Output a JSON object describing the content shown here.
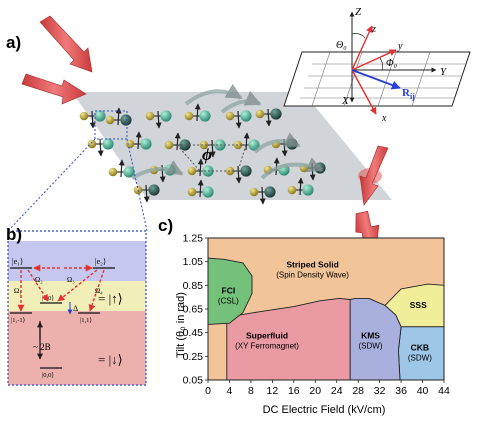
{
  "panel_a": {
    "label": "a)",
    "phi_symbol": "ϕ",
    "inset": {
      "axis_Z": "Z",
      "axis_Y": "Y",
      "axis_X": "X",
      "axis_z": "z",
      "axis_y": "y",
      "axis_x": "x",
      "theta": "Θ₀",
      "phi": "Φ₀",
      "rij": "R",
      "rij_sub": "ij"
    }
  },
  "panel_b": {
    "label": "b)",
    "levels": {
      "e1": "|e₁⟩",
      "e2": "|e₂⟩",
      "m1": "|1,-1⟩",
      "z0": "|1,0⟩",
      "p1": "|1,1⟩",
      "g": "|0,0⟩"
    },
    "rabi": [
      "Ω₁",
      "Ω₂",
      "Ω₃",
      "Ω₄"
    ],
    "delta": "Δ",
    "splitting": "~ 2B",
    "up": "= |↑⟩",
    "down": "= |↓⟩"
  },
  "panel_c": {
    "label": "c)",
    "chart_data": {
      "type": "phase-diagram",
      "xlabel": "DC Electric Field (kV/cm)",
      "ylabel": "Tilt (θ₀ in rad)",
      "xlim": [
        0,
        44
      ],
      "ylim": [
        0.05,
        1.25
      ],
      "xticks": [
        0,
        4,
        8,
        12,
        16,
        20,
        24,
        28,
        32,
        36,
        40,
        44
      ],
      "yticks": [
        0.05,
        0.25,
        0.45,
        0.65,
        0.85,
        1.05,
        1.25
      ],
      "phases": [
        {
          "name": "FCI",
          "sub": "(CSL)",
          "color": "#74c17a",
          "label_at": [
            3.8,
            0.78
          ]
        },
        {
          "name": "Striped Solid",
          "sub": "(Spin Density Wave)",
          "color": "#f1c49a",
          "label_at": [
            19.5,
            1.0
          ]
        },
        {
          "name": "Superfluid",
          "sub": "(XY Ferromagnet)",
          "color": "#ea9aa2",
          "label_at": [
            11,
            0.4
          ]
        },
        {
          "name": "KMS",
          "sub": "(SDW)",
          "color": "#a9b0de",
          "label_at": [
            30.3,
            0.4
          ]
        },
        {
          "name": "SSS",
          "sub": "",
          "color": "#f1ee9a",
          "label_at": [
            39.2,
            0.66
          ]
        },
        {
          "name": "CKB",
          "sub": "(SDW)",
          "color": "#9ec6e6",
          "label_at": [
            39.5,
            0.3
          ]
        }
      ],
      "boundaries": {
        "fci": [
          [
            0,
            0.52
          ],
          [
            4,
            0.53
          ],
          [
            6.5,
            0.62
          ],
          [
            8.2,
            0.78
          ],
          [
            8.2,
            0.93
          ],
          [
            6.5,
            1.04
          ],
          [
            3,
            1.07
          ],
          [
            0,
            1.08
          ]
        ],
        "superfluid": [
          [
            3.5,
            0.05
          ],
          [
            3.5,
            0.55
          ],
          [
            6,
            0.6
          ],
          [
            10,
            0.63
          ],
          [
            16,
            0.67
          ],
          [
            21,
            0.72
          ],
          [
            24.5,
            0.74
          ],
          [
            26.5,
            0.73
          ],
          [
            26.5,
            0.05
          ]
        ],
        "kms": [
          [
            26.5,
            0.05
          ],
          [
            26.5,
            0.73
          ],
          [
            27.5,
            0.74
          ],
          [
            30,
            0.74
          ],
          [
            33,
            0.68
          ],
          [
            35,
            0.6
          ],
          [
            36,
            0.5
          ],
          [
            35.5,
            0.3
          ],
          [
            35.8,
            0.05
          ]
        ],
        "sss": [
          [
            33,
            0.68
          ],
          [
            35,
            0.6
          ],
          [
            36,
            0.5
          ],
          [
            44,
            0.5
          ],
          [
            44,
            0.85
          ],
          [
            41,
            0.86
          ],
          [
            36,
            0.82
          ]
        ],
        "ckb": [
          [
            35.8,
            0.05
          ],
          [
            35.5,
            0.3
          ],
          [
            36,
            0.5
          ],
          [
            44,
            0.5
          ],
          [
            44,
            0.05
          ]
        ]
      }
    }
  },
  "colors": {
    "gold_atom": "#b6a23a",
    "dark_atom": "#3c5f57",
    "teal_atom": "#48a890",
    "laser": "#e04848",
    "lattice": "#c6ccd1",
    "box_border": "#2f48c7"
  }
}
